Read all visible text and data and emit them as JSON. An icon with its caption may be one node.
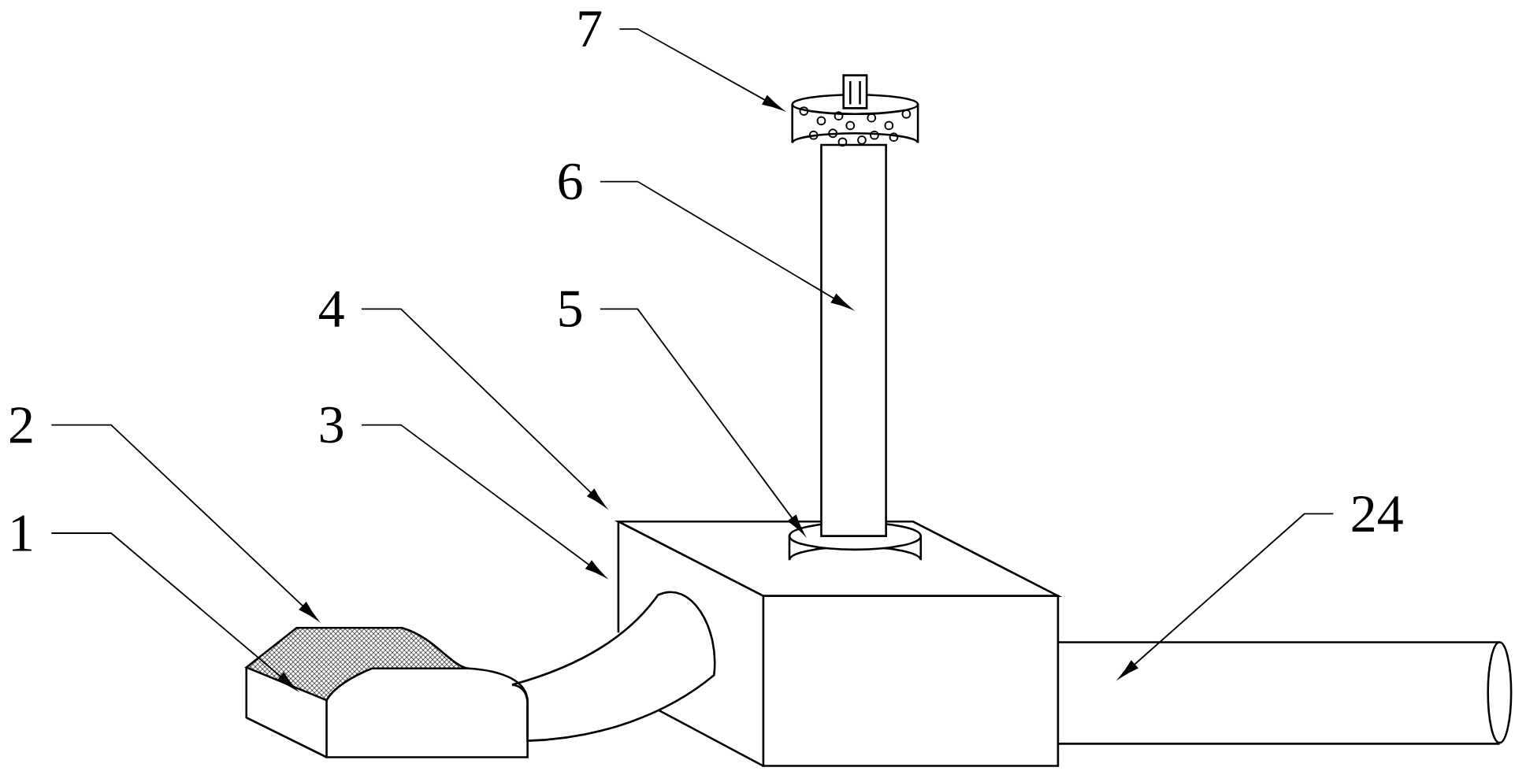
{
  "diagram": {
    "nodes": [
      {
        "text": [
          "7"
        ]
      },
      {
        "text": [
          "6"
        ]
      },
      {
        "text": [
          "4"
        ]
      },
      {
        "text": [
          "5"
        ]
      },
      {
        "text": [
          "2"
        ]
      },
      {
        "text": [
          "3"
        ]
      },
      {
        "text": [
          "24"
        ]
      },
      {
        "text": [
          "1"
        ]
      }
    ],
    "edges": [
      {
        "from": 0,
        "to": null,
        "arrow": "to"
      },
      {
        "from": 1,
        "to": null,
        "arrow": "to"
      },
      {
        "from": 2,
        "to": null,
        "arrow": "to"
      },
      {
        "from": 3,
        "to": null,
        "arrow": "to"
      },
      {
        "from": 4,
        "to": null,
        "arrow": "to"
      },
      {
        "from": 5,
        "to": null,
        "arrow": "to"
      },
      {
        "from": 6,
        "to": null,
        "arrow": "to"
      },
      {
        "from": 7,
        "to": null,
        "arrow": "to"
      }
    ]
  }
}
